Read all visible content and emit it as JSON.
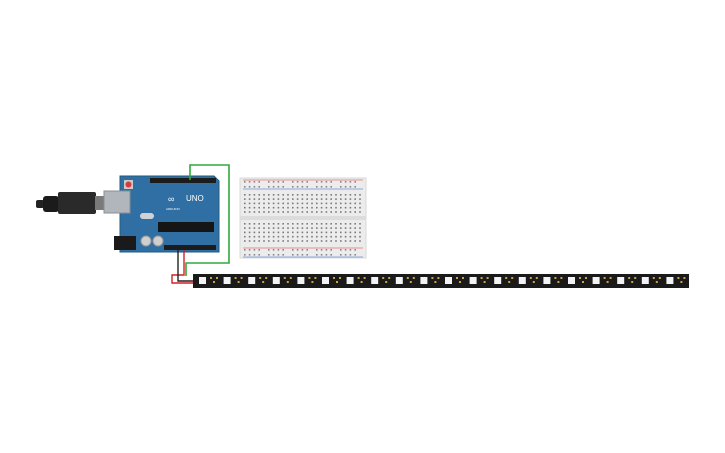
{
  "workspace": {
    "components": {
      "arduino": {
        "board_text": "UNO",
        "brand_text": "ARDUINO",
        "usb_cable": "usb-cable",
        "board_color": "#2f6fa3"
      },
      "breadboard": {
        "type": "half-size",
        "color": "#eeeeee"
      },
      "led_strip": {
        "pixel_count": 20,
        "color": "#1a1a1a"
      },
      "wires": [
        {
          "name": "data-wire",
          "color": "#2eaa3c"
        },
        {
          "name": "power-wire",
          "color": "#d22222"
        },
        {
          "name": "ground-wire",
          "color": "#222222"
        }
      ]
    }
  }
}
